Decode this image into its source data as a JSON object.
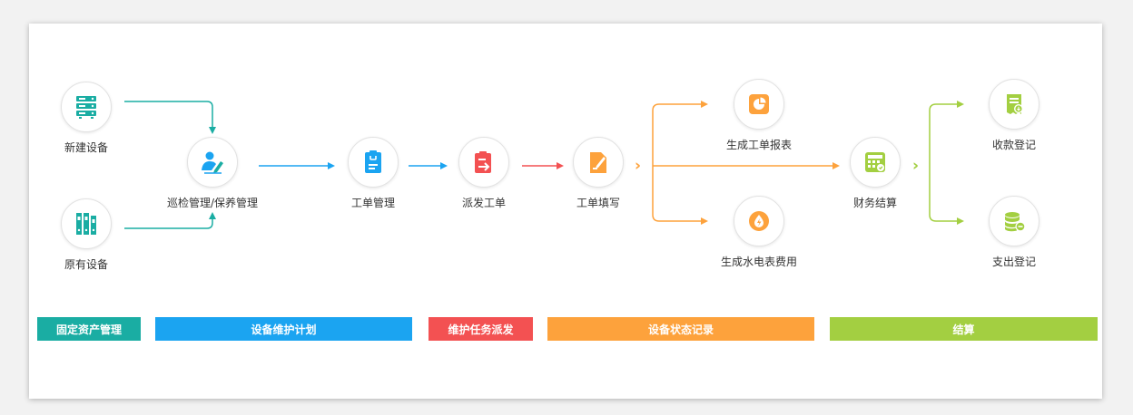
{
  "colors": {
    "teal": "#1aada3",
    "blue": "#1ba4f1",
    "red": "#f35152",
    "orange": "#fda23c",
    "green": "#a3cf41"
  },
  "nodes": {
    "new_device": {
      "label": "新建设备",
      "icon": "server-rack-icon"
    },
    "existing_device": {
      "label": "原有设备",
      "icon": "binders-icon"
    },
    "inspection": {
      "label": "巡检管理/保养管理",
      "icon": "person-edit-icon"
    },
    "work_order_mgmt": {
      "label": "工单管理",
      "icon": "clipboard-icon"
    },
    "dispatch": {
      "label": "派发工单",
      "icon": "dispatch-clipboard-icon"
    },
    "fill_order": {
      "label": "工单填写",
      "icon": "document-pen-icon"
    },
    "report": {
      "label": "生成工单报表",
      "icon": "pie-report-icon"
    },
    "utility_fee": {
      "label": "生成水电表费用",
      "icon": "power-drop-icon"
    },
    "finance": {
      "label": "财务结算",
      "icon": "calculator-icon"
    },
    "income": {
      "label": "收款登记",
      "icon": "receipt-icon"
    },
    "expense": {
      "label": "支出登记",
      "icon": "coins-icon"
    }
  },
  "bands": {
    "asset": "固定资产管理",
    "maintenance": "设备维护计划",
    "dispatch": "维护任务派发",
    "status": "设备状态记录",
    "settlement": "结算"
  },
  "chevron": "›"
}
